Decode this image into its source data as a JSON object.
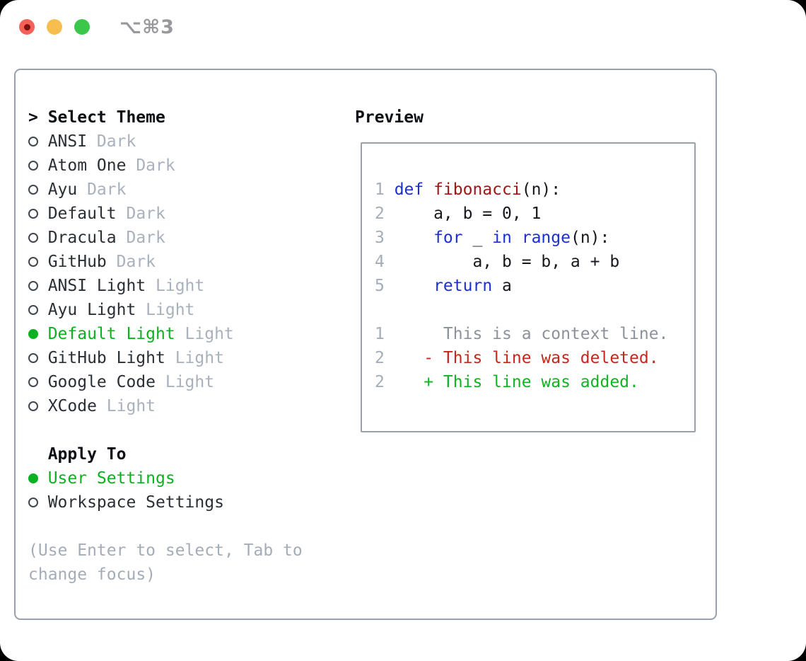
{
  "window": {
    "title": "⌥⌘3",
    "traffic_lights": [
      {
        "name": "close-button",
        "color_key": "light_red",
        "has_dot": true
      },
      {
        "name": "minimize-button",
        "color_key": "light_yellow",
        "has_dot": false
      },
      {
        "name": "zoom-button",
        "color_key": "light_green",
        "has_dot": false
      }
    ]
  },
  "theme_panel": {
    "prompt": ">",
    "header": "Select Theme",
    "items": [
      {
        "name": "ANSI",
        "tag": "Dark",
        "selected": false
      },
      {
        "name": "Atom One",
        "tag": "Dark",
        "selected": false
      },
      {
        "name": "Ayu",
        "tag": "Dark",
        "selected": false
      },
      {
        "name": "Default",
        "tag": "Dark",
        "selected": false
      },
      {
        "name": "Dracula",
        "tag": "Dark",
        "selected": false
      },
      {
        "name": "GitHub",
        "tag": "Dark",
        "selected": false
      },
      {
        "name": "ANSI Light",
        "tag": "Light",
        "selected": false
      },
      {
        "name": "Ayu Light",
        "tag": "Light",
        "selected": false
      },
      {
        "name": "Default Light",
        "tag": "Light",
        "selected": true
      },
      {
        "name": "GitHub Light",
        "tag": "Light",
        "selected": false
      },
      {
        "name": "Google Code",
        "tag": "Light",
        "selected": false
      },
      {
        "name": "XCode",
        "tag": "Light",
        "selected": false
      }
    ],
    "apply_to": {
      "header": "Apply To",
      "options": [
        {
          "label": "User Settings",
          "selected": true
        },
        {
          "label": "Workspace Settings",
          "selected": false
        }
      ]
    },
    "hint_lines": [
      "(Use Enter to select, Tab to",
      "change focus)"
    ]
  },
  "preview": {
    "header": "Preview",
    "lines": [
      {
        "num": "1",
        "kind": "code",
        "tokens": [
          {
            "t": "def",
            "c": "kw"
          },
          {
            "t": " ",
            "c": "pl"
          },
          {
            "t": "fibonacci",
            "c": "fn"
          },
          {
            "t": "(n):",
            "c": "pl"
          }
        ]
      },
      {
        "num": "2",
        "kind": "code",
        "tokens": [
          {
            "t": "    a, b = 0, 1",
            "c": "pl"
          }
        ]
      },
      {
        "num": "3",
        "kind": "code",
        "tokens": [
          {
            "t": "    ",
            "c": "pl"
          },
          {
            "t": "for",
            "c": "kw"
          },
          {
            "t": " _ ",
            "c": "pl"
          },
          {
            "t": "in",
            "c": "kw"
          },
          {
            "t": " ",
            "c": "pl"
          },
          {
            "t": "range",
            "c": "kw"
          },
          {
            "t": "(n):",
            "c": "pl"
          }
        ]
      },
      {
        "num": "4",
        "kind": "code",
        "tokens": [
          {
            "t": "        a, b = b, a + b",
            "c": "pl"
          }
        ]
      },
      {
        "num": "5",
        "kind": "code",
        "tokens": [
          {
            "t": "    ",
            "c": "pl"
          },
          {
            "t": "return",
            "c": "kw"
          },
          {
            "t": " a",
            "c": "pl"
          }
        ]
      },
      {
        "num": "",
        "kind": "blank",
        "tokens": []
      },
      {
        "num": "1",
        "kind": "diff-context",
        "tokens": [
          {
            "t": "     This is a context line.",
            "c": "ctx"
          }
        ]
      },
      {
        "num": "2",
        "kind": "diff-deleted",
        "tokens": [
          {
            "t": "   - This line was deleted.",
            "c": "del"
          }
        ]
      },
      {
        "num": "2",
        "kind": "diff-added",
        "tokens": [
          {
            "t": "   + This line was added.",
            "c": "add"
          }
        ]
      }
    ]
  },
  "colors": {
    "keyword_blue": "#1c2fd4",
    "function_red": "#a31515",
    "plain_text": "#16181d",
    "line_number_gray": "#a4adb8",
    "context_gray": "#8b929a",
    "deleted_red": "#c5281b",
    "added_green": "#0fb422",
    "selected_green": "#0bb120",
    "item_text": "#2a2f36",
    "muted_tag": "#a9b1bc",
    "hint_gray": "#a4acb7",
    "border_gray": "#99a1ad",
    "header_black": "#0c0f14",
    "titlebar_text": "#98999c",
    "light_red": "#f4605a",
    "light_red_dot": "#7e100d",
    "light_yellow": "#f6bd4f",
    "light_green": "#3bc84a",
    "window_bg": "#ffffff",
    "page_bg": "#000000"
  }
}
